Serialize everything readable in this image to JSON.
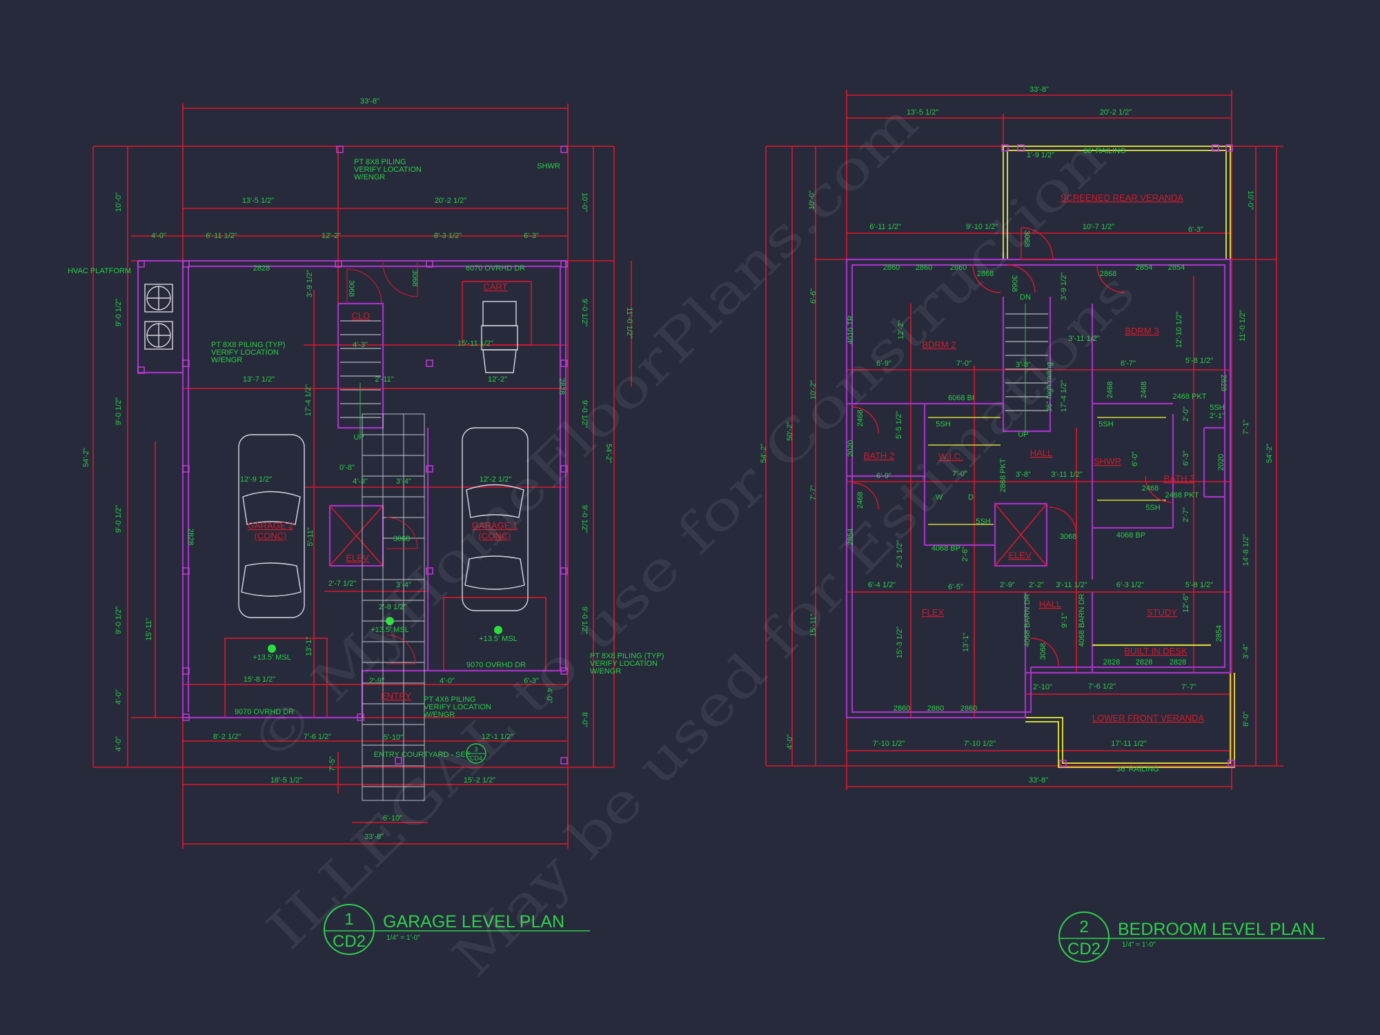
{
  "colors": {
    "background": "#262a3b",
    "dimension_lines": "#e0162b",
    "walls": "#a832c8",
    "text": "#2bcf45",
    "room_labels": "#d01c2c",
    "railings": "#d6d63a"
  },
  "watermark": [
    "© MyHomeFloorPlans.com",
    "ILLEGAL to use for Construction",
    "May be used for Estimations"
  ],
  "garage_plan": {
    "ref_number": "1",
    "ref_sheet": "CD2",
    "title": "GARAGE LEVEL PLAN",
    "scale": "1/4\" = 1'-0\"",
    "courtyard_ref": {
      "number": "3",
      "sheet": "CD4"
    },
    "labels": [
      "33'-8\"",
      "PT 8X8 PILING",
      "VERIFY LOCATION",
      "W/ENGR",
      "SHWR",
      "13'-5 1/2\"",
      "20'-2 1/2\"",
      "4'-0\"",
      "6'-11 1/2\"",
      "12'-2\"",
      "8'-3 1/2\"",
      "6'-3\"",
      "HVAC PLATFORM",
      "2828",
      "6070 OVRHD DR",
      "CART",
      "3068",
      "3068",
      "3'-9 1/2\"",
      "CLO",
      "4'-3\"",
      "15'-11 1/2\"",
      "PT 8X8 PILING (TYP)",
      "VERIFY LOCATION",
      "W/ENGR",
      "13'-7 1/2\"",
      "2'-11\"",
      "12'-2\"",
      "2828",
      "17'-4 1/2\"",
      "UP",
      "0'-8\"",
      "12'-9 1/2\"",
      "4'-3\"",
      "3'-4\"",
      "12'-2 1/2\"",
      "GARAGE 2",
      "(CONC)",
      "GARAGE 1",
      "(CONC)",
      "2828",
      "5'-11\"",
      "ELEV",
      "3068",
      "2'-7 1/2\"",
      "3'-4\"",
      "2'-8 1/2\"",
      "+13.5' MSL",
      "+13.5' MSL",
      "+13.5' MSL",
      "13'-1\"",
      "15'-11\"",
      "PT 8X8 PILING (TYP)",
      "VERIFY LOCATION",
      "W/ENGR",
      "9070 OVRHD DR",
      "15'-8 1/2\"",
      "2'-9\"",
      "4'-0\"",
      "6'-3\"",
      "ENTRY",
      "PT 4X6 PILING",
      "VERIFY LOCATION",
      "W/ENGR",
      "9070 OVRHD DR",
      "8'-2 1/2\"",
      "7'-6 1/2\"",
      "5'-10\"",
      "12'-1 1/2\"",
      "ENTRY COURTYARD - SEE",
      "18'-5 1/2\"",
      "15'-2 1/2\"",
      "7'-5\"",
      "6'-10\"",
      "33'-8\"",
      "54'-2\"",
      "10'-0\"",
      "9'-0 1/2\"",
      "9'-0 1/2\"",
      "9'-0 1/2\"",
      "9'-0 1/2\"",
      "4'-0\"",
      "4'-0\"",
      "10'-0\"",
      "9'-0 1/2\"",
      "9'-0 1/2\"",
      "9'-0 1/2\"",
      "9'-0 1/2\"",
      "4'-0\"",
      "8'-0\"",
      "54'-2\"",
      "11'-0 1/2\""
    ]
  },
  "bedroom_plan": {
    "ref_number": "2",
    "ref_sheet": "CD2",
    "title": "BEDROOM LEVEL PLAN",
    "scale": "1/4\" = 1'-0\"",
    "labels": [
      "33'-8\"",
      "13'-5 1/2\"",
      "20'-2 1/2\"",
      "36' RAILING",
      "1'-9 1/2\"",
      "SCREENED REAR VERANDA",
      "10'-0\"",
      "10'-0\"",
      "6'-11 1/2\"",
      "9'-10 1/2\"",
      "10'-7 1/2\"",
      "6'-3\"",
      "3068",
      "2860",
      "2860",
      "2860",
      "2868",
      "3068",
      "DN",
      "3'-9 1/2\"",
      "2868",
      "2854",
      "2854",
      "6'-6\"",
      "4010 TR",
      "12'-2\"",
      "BDRM 2",
      "BDRM 3",
      "3'-11 1/2\"",
      "12'-10 1/2\"",
      "11'-0 1/2\"",
      "6'-9\"",
      "7'-0\"",
      "3'-8\"",
      "6'-7\"",
      "5'-8 1/2\"",
      "36\" high railing",
      "17'-4 1/2\"",
      "2828",
      "10'-2\"",
      "2468",
      "2468",
      "2468 PKT",
      "6068 BI",
      "2468",
      "5'-5 1/2\"",
      "5SH",
      "5SH",
      "5SH",
      "2'-1\"",
      "2'-0\"",
      "7'-1\"",
      "UP",
      "50'-2\"",
      "54'-2\"",
      "54'-2\"",
      "2020",
      "BATH 2",
      "HALL",
      "W.I.C.",
      "2868 PKT",
      "SHWR",
      "6'-0\"",
      "6'-3\"",
      "2020",
      "BATH 3",
      "6'-9\"",
      "7'-0\"",
      "3'-8\"",
      "3'-11 1/2\"",
      "2468",
      "W",
      "D",
      "2468",
      "2468 PKT",
      "5SH",
      "5SH",
      "2'-7\"",
      "7'-7\"",
      "2854",
      "4068 BP",
      "4068 BP",
      "3068",
      "ELEV",
      "2'-6\"",
      "2'-3 1/2\"",
      "14'-8 1/2\"",
      "6'-4 1/2\"",
      "6'-5\"",
      "2'-9\"",
      "2'-2\"",
      "3'-11 1/2\"",
      "6'-3 1/2\"",
      "5'-8 1/2\"",
      "FLEX",
      "HALL",
      "STUDY",
      "4068 BARN DR",
      "4068 BARN DR",
      "9'-1\"",
      "12'-6\"",
      "15'-3 1/2\"",
      "13'-1\"",
      "15'-11\"",
      "3068",
      "2854",
      "3'-4\"",
      "BUILT IN DESK",
      "2828",
      "2828",
      "2828",
      "2'-10\"",
      "7'-6 1/2\"",
      "7'-7\"",
      "2860",
      "2860",
      "2860",
      "LOWER FRONT VERANDA",
      "8'-0\"",
      "7'-10 1/2\"",
      "7'-10 1/2\"",
      "17'-11 1/2\"",
      "4'-0\"",
      "36' RAILING",
      "33'-8\""
    ]
  }
}
